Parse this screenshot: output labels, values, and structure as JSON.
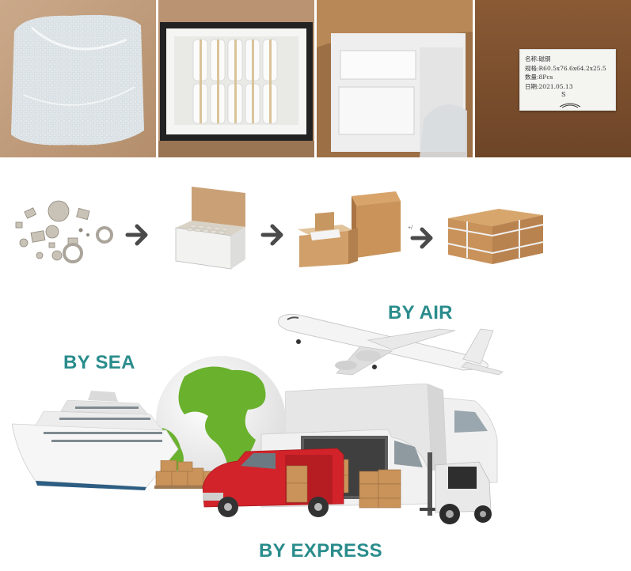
{
  "label_card": {
    "line1": "名称:磁钢",
    "line2": "规格:R60.5x76.6x64.2x25.5",
    "line3": "数量:8Pcs",
    "line4": "日期:2021.05.13",
    "mark": "S"
  },
  "shipping": {
    "by_air": "BY AIR",
    "by_sea": "BY SEA",
    "by_express": "BY EXPRESS"
  },
  "colors": {
    "title": "#2a8c8c",
    "arrow": "#4a4a4a",
    "van": "#d3232a",
    "globe": "#6ab12e",
    "cardboard": "#c9935a"
  }
}
